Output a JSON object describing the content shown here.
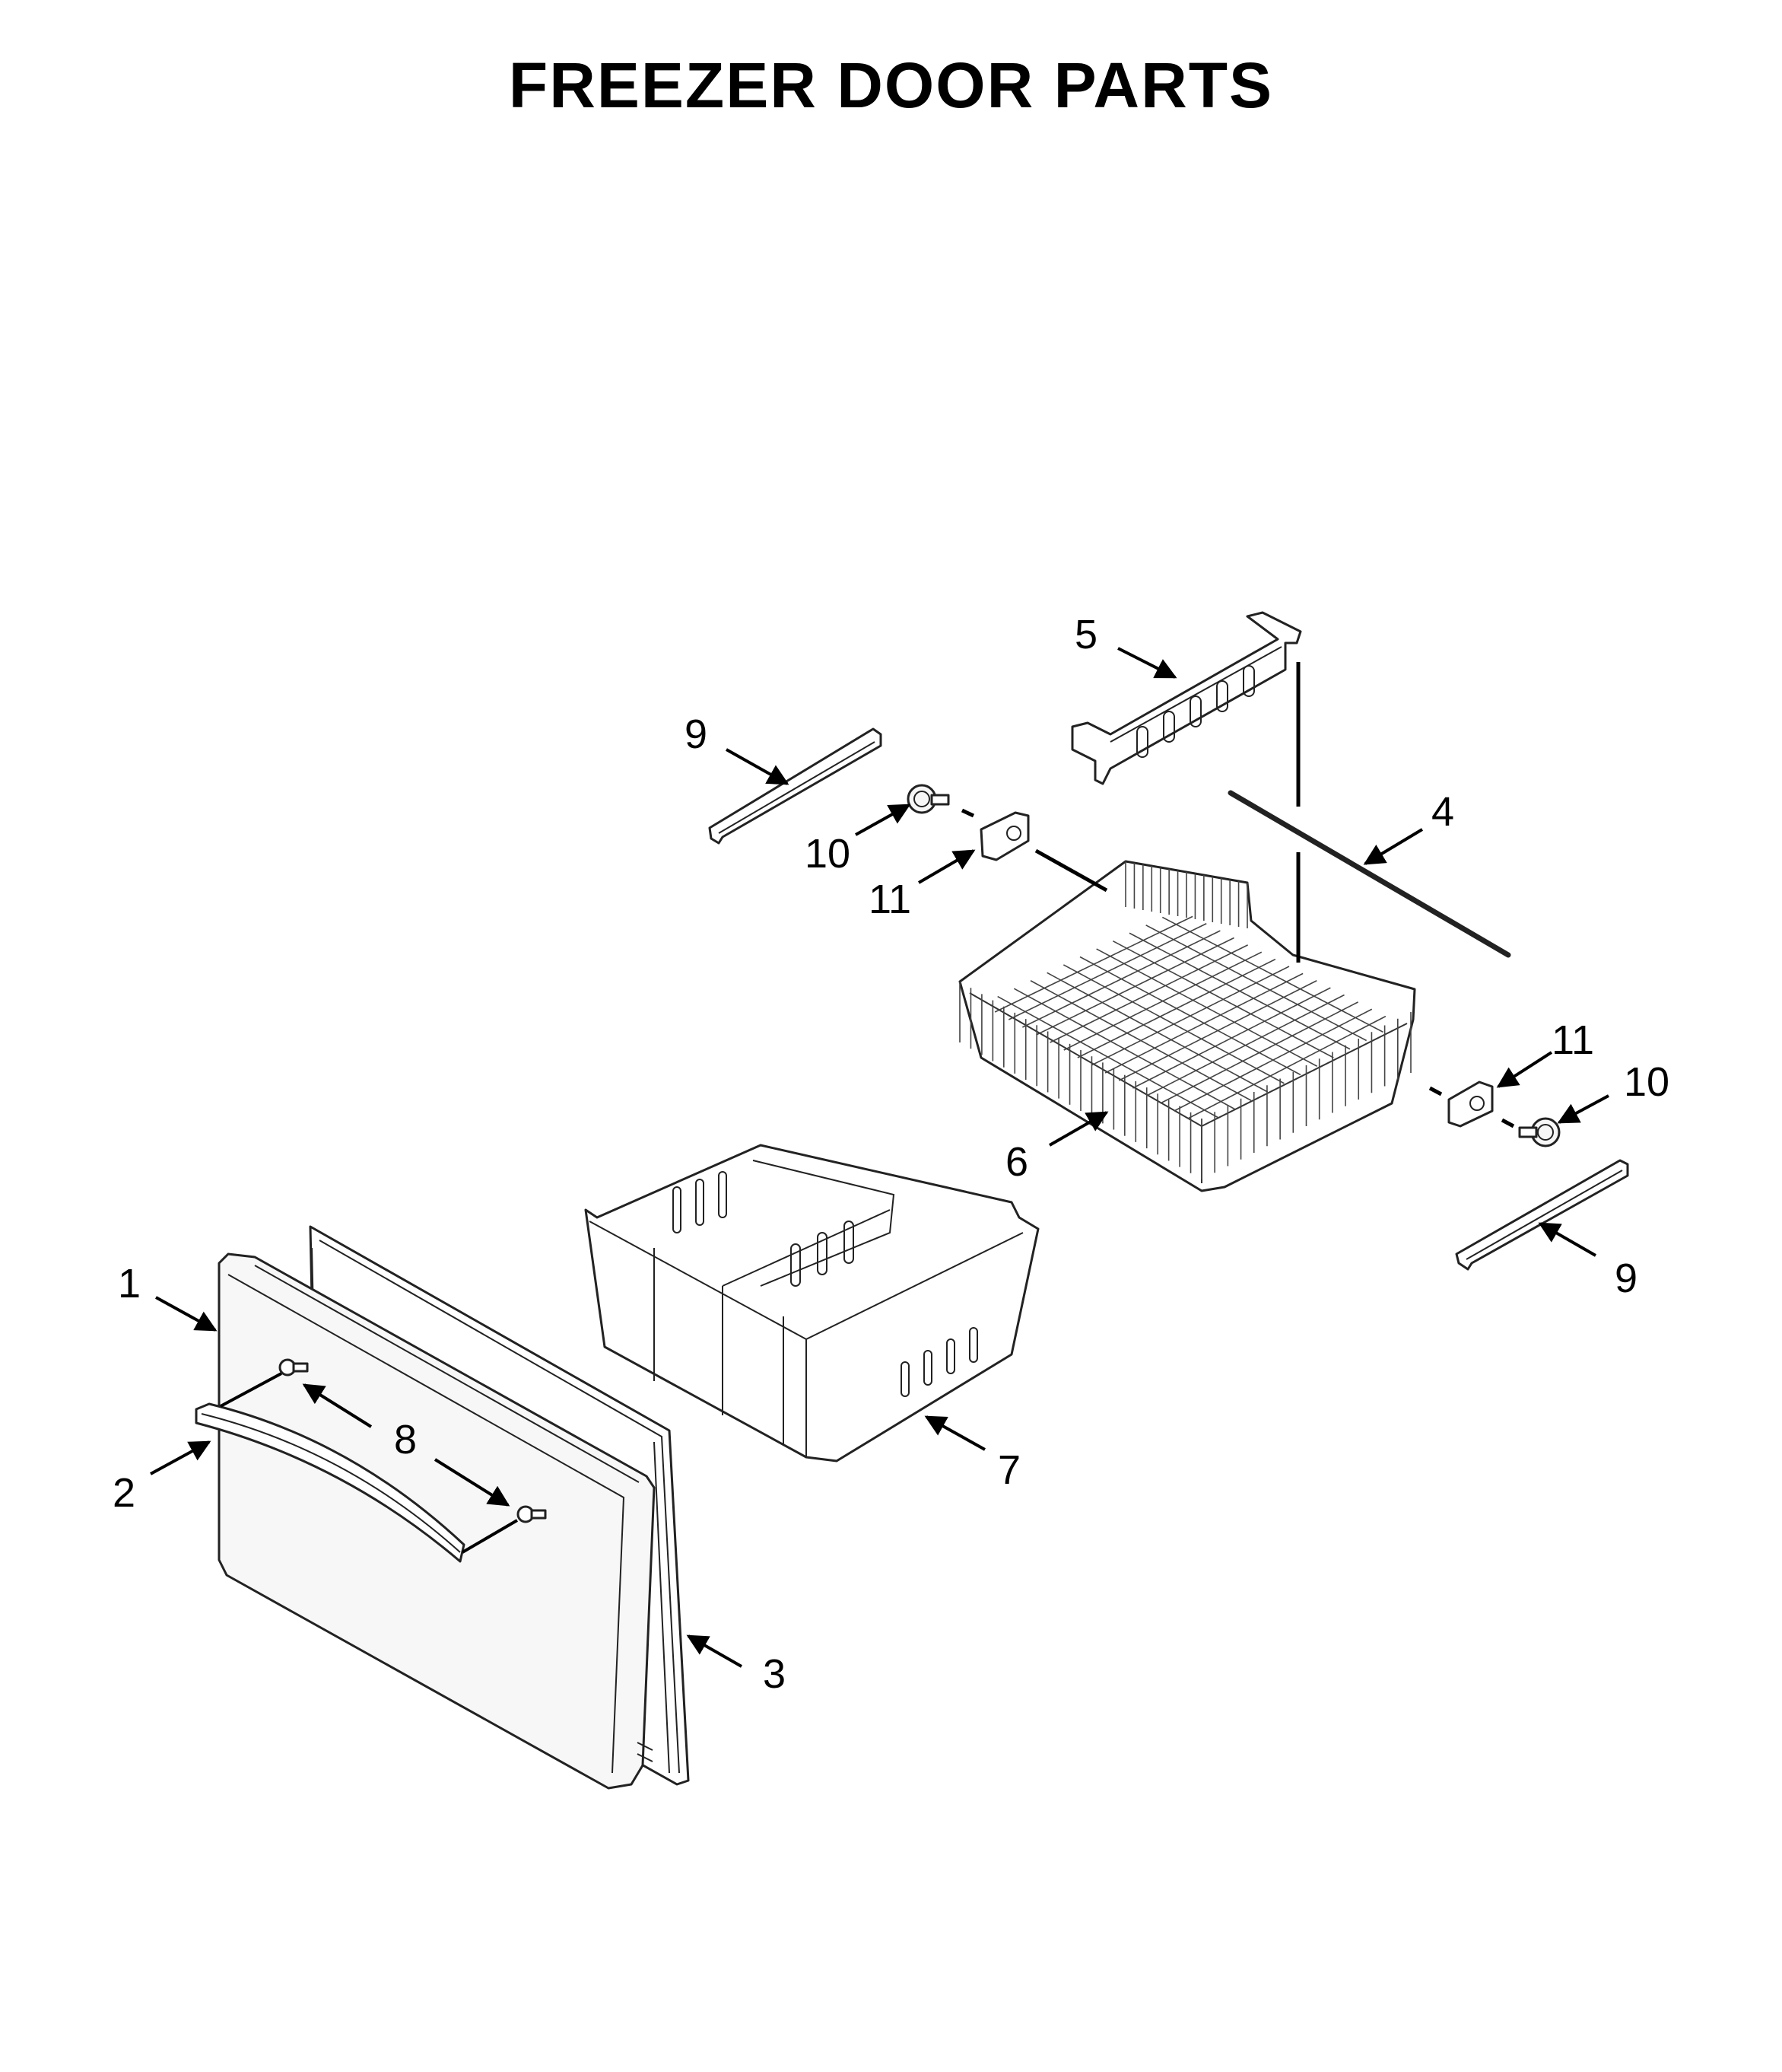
{
  "title": "FREEZER DOOR PARTS",
  "callouts": {
    "c1": "1",
    "c2": "2",
    "c3": "3",
    "c4": "4",
    "c5": "5",
    "c6": "6",
    "c7": "7",
    "c8": "8",
    "c9a": "9",
    "c9b": "9",
    "c10a": "10",
    "c10b": "10",
    "c11a": "11",
    "c11b": "11"
  },
  "colors": {
    "line": "#000000",
    "part_fill": "#f7f7f7",
    "background": "#ffffff"
  }
}
